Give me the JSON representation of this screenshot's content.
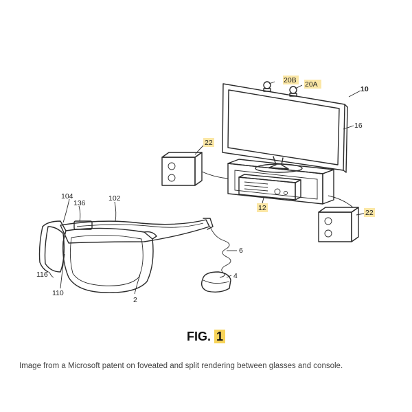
{
  "labels": {
    "system": "10",
    "display": "16",
    "camera_b": "20B",
    "camera_a": "20A",
    "speaker_left": "22",
    "speaker_right": "22",
    "console": "12",
    "glasses": "2",
    "temple": "102",
    "frame_front": "104",
    "sensor": "136",
    "lens_edge": "116",
    "nose_part": "110",
    "cable": "6",
    "connector": "4"
  },
  "figure_title": {
    "prefix": "FIG.",
    "number": "1"
  },
  "caption": "Image from a Microsoft patent on foveated and split rendering between glasses and console.",
  "colors": {
    "line": "#2b2b2b",
    "highlight": "#fbe7a6",
    "title_highlight": "#f7d35a"
  }
}
